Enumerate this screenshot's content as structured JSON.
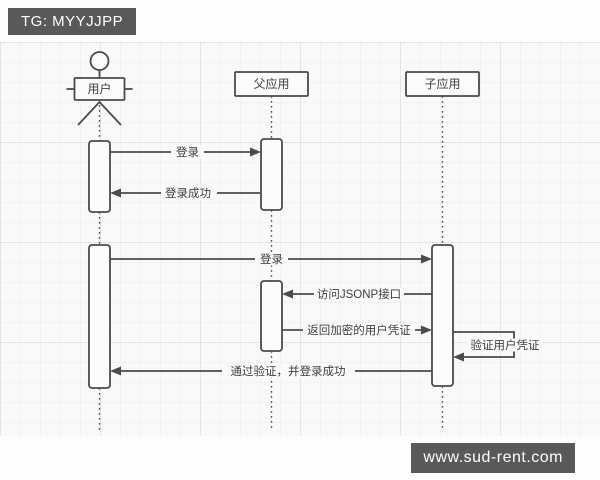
{
  "overlays": {
    "top_left_badge": "TG: MYYJJPP",
    "bottom_right_watermark": "www.sud-rent.com"
  },
  "colors": {
    "line": "#4b4b4b",
    "badge_bg": "#59595b",
    "badge_text": "#ffffff",
    "canvas_bg": "#f9f9f9",
    "grid_line": "#e7e7e7"
  },
  "diagram": {
    "type": "uml-sequence",
    "lifelines": [
      {
        "label": "用户",
        "kind": "actor"
      },
      {
        "label": "父应用",
        "kind": "participant"
      },
      {
        "label": "子应用",
        "kind": "participant"
      }
    ],
    "messages": [
      {
        "from": "用户",
        "to": "父应用",
        "label": "登录",
        "kind": "sync"
      },
      {
        "from": "父应用",
        "to": "用户",
        "label": "登录成功",
        "kind": "return"
      },
      {
        "from": "用户",
        "to": "子应用",
        "label": "登录",
        "kind": "sync"
      },
      {
        "from": "子应用",
        "to": "父应用",
        "label": "访问JSONP接口",
        "kind": "sync"
      },
      {
        "from": "父应用",
        "to": "子应用",
        "label": "返回加密的用户凭证",
        "kind": "return"
      },
      {
        "from": "子应用",
        "to": "子应用",
        "label": "验证用户凭证",
        "kind": "self"
      },
      {
        "from": "子应用",
        "to": "用户",
        "label": "通过验证，并登录成功",
        "kind": "return"
      }
    ]
  }
}
